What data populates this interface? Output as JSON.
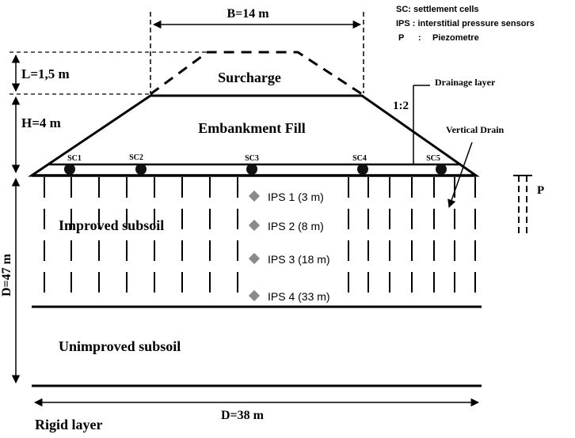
{
  "diagram": {
    "legend": {
      "sc": "SC: settlement cells",
      "ips": "IPS : interstitial pressure sensors",
      "p_key": "P",
      "p_sep": ":",
      "p_desc": "Piezometre"
    },
    "dimensions": {
      "b": "B=14 m",
      "l": "L=1,5 m",
      "h": "H=4 m",
      "d_depth": "D=47 m",
      "d_width": "D=38 m"
    },
    "labels": {
      "surcharge": "Surcharge",
      "embankment": "Embankment Fill",
      "slope": "1:2",
      "drainage_layer": "Drainage layer",
      "vertical_drain": "Vertical Drain",
      "piezometer": "P",
      "improved": "Improved subsoil",
      "unimproved": "Unimproved subsoil",
      "rigid": "Rigid layer"
    },
    "settlement_cells": [
      "SC1",
      "SC2",
      "SC3",
      "SC4",
      "SC5"
    ],
    "pressure_sensors": [
      "IPS 1 (3 m)",
      "IPS 2 (8 m)",
      "IPS 3 (18 m)",
      "IPS 4 (33 m)"
    ]
  }
}
